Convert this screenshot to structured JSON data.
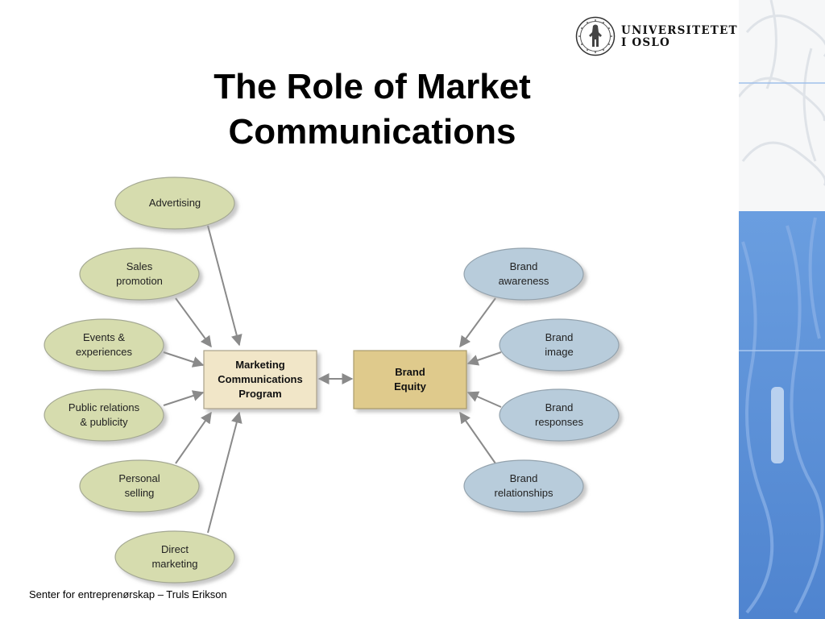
{
  "title_lines": [
    "The Role of Market",
    "Communications"
  ],
  "logo": {
    "line1": "UNIVERSITETET",
    "line2": "I OSLO",
    "seal_icon": "university-seal-icon"
  },
  "footer": "Senter for entreprenørskap – Truls Erikson",
  "colors": {
    "left_ellipse_fill": "#d6dcae",
    "right_ellipse_fill": "#b8ccdb",
    "program_box_fill": "#f1e6c8",
    "equity_box_fill": "#dfca8c",
    "arrow": "#8a8a8a",
    "strip_blue": "#5b8fd8"
  },
  "diagram": {
    "left_nodes": [
      {
        "label": "Advertising"
      },
      {
        "label": "Sales\npromotion"
      },
      {
        "label": "Events &\nexperiences"
      },
      {
        "label": "Public relations\n& publicity"
      },
      {
        "label": "Personal\nselling"
      },
      {
        "label": "Direct\nmarketing"
      }
    ],
    "center_left": "Marketing\nCommunications\nProgram",
    "center_right": "Brand\nEquity",
    "right_nodes": [
      {
        "label": "Brand\nawareness"
      },
      {
        "label": "Brand\nimage"
      },
      {
        "label": "Brand\nresponses"
      },
      {
        "label": "Brand\nrelationships"
      }
    ]
  }
}
